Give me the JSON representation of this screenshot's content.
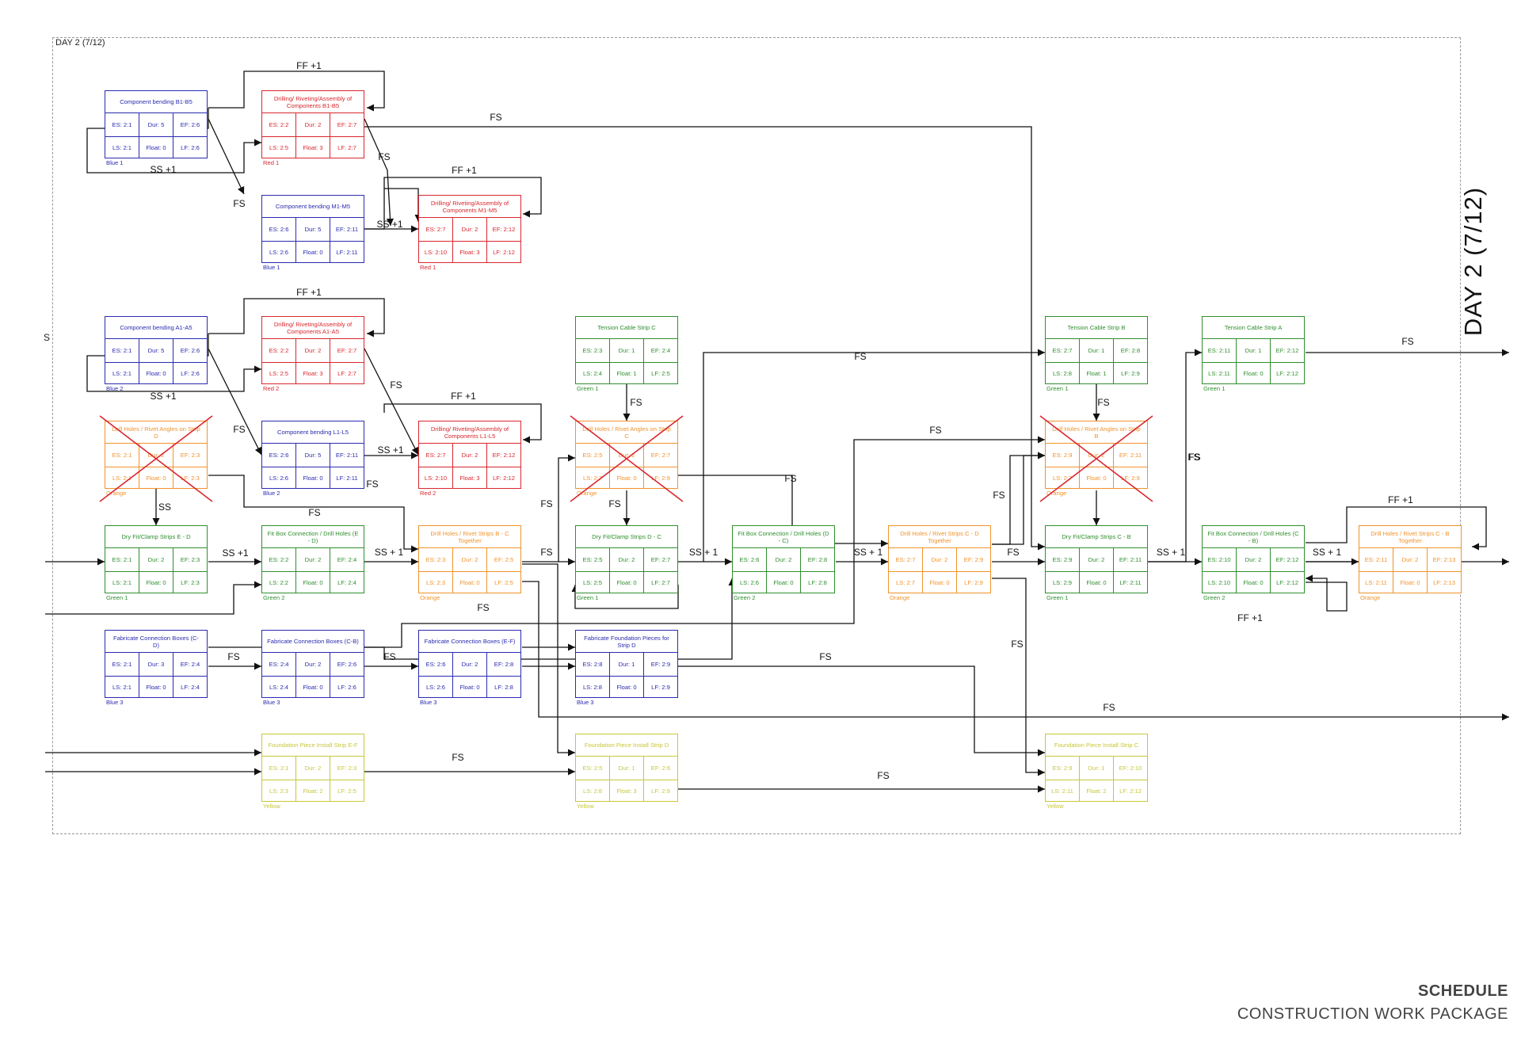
{
  "frame_label": "DAY 2 (7/12)",
  "vertical_title": "DAY 2 (7/12)",
  "edge_letter": "S",
  "brand": {
    "line1": "SCHEDULE",
    "line2": "CONSTRUCTION WORK PACKAGE"
  },
  "colors": {
    "blue": "#2b2bb0",
    "red": "#d9272e",
    "green": "#2f8f2f",
    "orange": "#f2932b",
    "yellow": "#c7c73a",
    "cross": "#d9272e"
  },
  "nodes": [
    {
      "id": "n1",
      "title": "Component bending B1-B5",
      "color": "blue",
      "es": "ES: 2:1",
      "dur": "Dur: 5",
      "ef": "EF: 2:6",
      "ls": "LS: 2:1",
      "float": "Float: 0",
      "lf": "LF: 2:6",
      "tag": "Blue 1"
    },
    {
      "id": "n2",
      "title": "Drilling/ Riveting/Assembly of Components B1-B5",
      "color": "red",
      "es": "ES: 2:2",
      "dur": "Dur: 2",
      "ef": "EF: 2:7",
      "ls": "LS: 2:5",
      "float": "Float: 3",
      "lf": "LF: 2:7",
      "tag": "Red 1"
    },
    {
      "id": "n3",
      "title": "Component bending M1-M5",
      "color": "blue",
      "es": "ES: 2:6",
      "dur": "Dur: 5",
      "ef": "EF: 2:11",
      "ls": "LS: 2:6",
      "float": "Float: 0",
      "lf": "LF: 2:11",
      "tag": "Blue 1"
    },
    {
      "id": "n4",
      "title": "Drilling/ Riveting/Assembly of Components M1-M5",
      "color": "red",
      "es": "ES: 2:7",
      "dur": "Dur: 2",
      "ef": "EF: 2:12",
      "ls": "LS: 2:10",
      "float": "Float: 3",
      "lf": "LF: 2:12",
      "tag": "Red 1"
    },
    {
      "id": "n5",
      "title": "Component bending A1-A5",
      "color": "blue",
      "es": "ES: 2:1",
      "dur": "Dur: 5",
      "ef": "EF: 2:6",
      "ls": "LS: 2:1",
      "float": "Float: 0",
      "lf": "LF: 2:6",
      "tag": "Blue 2"
    },
    {
      "id": "n6",
      "title": "Drilling/ Riveting/Assembly of Components A1-A5",
      "color": "red",
      "es": "ES: 2:2",
      "dur": "Dur: 2",
      "ef": "EF: 2:7",
      "ls": "LS: 2:5",
      "float": "Float: 3",
      "lf": "LF: 2:7",
      "tag": "Red 2"
    },
    {
      "id": "n7",
      "title": "Component bending L1-L5",
      "color": "blue",
      "es": "ES: 2:6",
      "dur": "Dur: 5",
      "ef": "EF: 2:11",
      "ls": "LS: 2:6",
      "float": "Float: 0",
      "lf": "LF: 2:11",
      "tag": "Blue 2"
    },
    {
      "id": "n8",
      "title": "Drilling/ Riveting/Assembly of Components L1-L5",
      "color": "red",
      "es": "ES: 2:7",
      "dur": "Dur: 2",
      "ef": "EF: 2:12",
      "ls": "LS: 2:10",
      "float": "Float: 3",
      "lf": "LF: 2:12",
      "tag": "Red 2"
    },
    {
      "id": "n9",
      "title": "Drill Holes / Rivet Angles on Strip D",
      "color": "orange",
      "es": "ES: 2:1",
      "dur": "Dur: 2",
      "ef": "EF: 2:3",
      "ls": "LS: 2:1",
      "float": "Float: 0",
      "lf": "LF: 2:3",
      "tag": "Orange",
      "crossed": true
    },
    {
      "id": "n10",
      "title": "Tension Cable Strip C",
      "color": "green",
      "es": "ES: 2:3",
      "dur": "Dur: 1",
      "ef": "EF: 2:4",
      "ls": "LS: 2:4",
      "float": "Float: 1",
      "lf": "LF: 2:5",
      "tag": "Green 1"
    },
    {
      "id": "n11",
      "title": "Drill Holes / Rivet Angles on Strip C",
      "color": "orange",
      "es": "ES: 2:5",
      "dur": "Dur: 2",
      "ef": "EF: 2:7",
      "ls": "LS: 2:7",
      "float": "Float: 0",
      "lf": "LF: 2:9",
      "tag": "Orange",
      "crossed": true
    },
    {
      "id": "n12",
      "title": "Tension Cable Strip B",
      "color": "green",
      "es": "ES: 2:7",
      "dur": "Dur: 1",
      "ef": "EF: 2:8",
      "ls": "LS: 2:8",
      "float": "Float: 1",
      "lf": "LF: 2:9",
      "tag": "Green 1"
    },
    {
      "id": "n13",
      "title": "Tension Cable Strip A",
      "color": "green",
      "es": "ES: 2:11",
      "dur": "Dur: 1",
      "ef": "EF: 2:12",
      "ls": "LS: 2:11",
      "float": "Float: 0",
      "lf": "LF: 2:12",
      "tag": "Green 1"
    },
    {
      "id": "n14",
      "title": "Drill Holes / Rivet Angles on Strip B",
      "color": "orange",
      "es": "ES: 2:9",
      "dur": "Dur: 2",
      "ef": "EF: 2:11",
      "ls": "LS: 2:7",
      "float": "Float: 0",
      "lf": "LF: 2:9",
      "tag": "Orange",
      "crossed": true
    },
    {
      "id": "n15",
      "title": "Dry Fit/Clamp Strips E - D",
      "color": "green",
      "es": "ES: 2:1",
      "dur": "Dur: 2",
      "ef": "EF: 2:3",
      "ls": "LS: 2:1",
      "float": "Float: 0",
      "lf": "LF: 2:3",
      "tag": "Green 1"
    },
    {
      "id": "n16",
      "title": "Fit Box Connection / Drill Holes (E - D)",
      "color": "green",
      "es": "ES: 2:2",
      "dur": "Dur: 2",
      "ef": "EF: 2:4",
      "ls": "LS: 2:2",
      "float": "Float: 0",
      "lf": "LF: 2:4",
      "tag": "Green 2"
    },
    {
      "id": "n17",
      "title": "Drill Holes / Rivet Strips B - C Together",
      "color": "orange",
      "es": "ES: 2:3",
      "dur": "Dur: 2",
      "ef": "EF: 2:5",
      "ls": "LS: 2:3",
      "float": "Float: 0",
      "lf": "LF: 2:5",
      "tag": "Orange"
    },
    {
      "id": "n18",
      "title": "Dry Fit/Clamp Strips D - C",
      "color": "green",
      "es": "ES: 2:5",
      "dur": "Dur: 2",
      "ef": "EF: 2:7",
      "ls": "LS: 2:5",
      "float": "Float: 0",
      "lf": "LF: 2:7",
      "tag": "Green 1"
    },
    {
      "id": "n19",
      "title": "Fit Box Connection / Drill Holes (D - C)",
      "color": "green",
      "es": "ES: 2:6",
      "dur": "Dur: 2",
      "ef": "EF: 2:8",
      "ls": "LS: 2:6",
      "float": "Float: 0",
      "lf": "LF: 2:8",
      "tag": "Green 2"
    },
    {
      "id": "n20",
      "title": "Drill Holes / Rivet Strips C - D Together",
      "color": "orange",
      "es": "ES: 2:7",
      "dur": "Dur: 2",
      "ef": "EF: 2:9",
      "ls": "LS: 2:7",
      "float": "Float: 0",
      "lf": "LF: 2:9",
      "tag": "Orange"
    },
    {
      "id": "n21",
      "title": "Dry Fit/Clamp Strips C - B",
      "color": "green",
      "es": "ES: 2:9",
      "dur": "Dur: 2",
      "ef": "EF: 2:11",
      "ls": "LS: 2:9",
      "float": "Float: 0",
      "lf": "LF: 2:11",
      "tag": "Green 1"
    },
    {
      "id": "n22",
      "title": "Fit Box Connection / Drill Holes (C - B)",
      "color": "green",
      "es": "ES: 2:10",
      "dur": "Dur: 2",
      "ef": "EF: 2:12",
      "ls": "LS: 2:10",
      "float": "Float: 0",
      "lf": "LF: 2:12",
      "tag": "Green 2"
    },
    {
      "id": "n23",
      "title": "Drill Holes / Rivet Strips C - B Together",
      "color": "orange",
      "es": "ES: 2:11",
      "dur": "Dur: 2",
      "ef": "EF: 2:13",
      "ls": "LS: 2:11",
      "float": "Float: 0",
      "lf": "LF: 2:13",
      "tag": "Orange"
    },
    {
      "id": "n24",
      "title": "Fabricate Connection Boxes (C-D)",
      "color": "blue",
      "es": "ES: 2:1",
      "dur": "Dur: 3",
      "ef": "EF: 2:4",
      "ls": "LS: 2:1",
      "float": "Float: 0",
      "lf": "LF: 2:4",
      "tag": "Blue 3"
    },
    {
      "id": "n25",
      "title": "Fabricate Connection Boxes (C-B)",
      "color": "blue",
      "es": "ES: 2:4",
      "dur": "Dur: 2",
      "ef": "EF: 2:6",
      "ls": "LS: 2:4",
      "float": "Float: 0",
      "lf": "LF: 2:6",
      "tag": "Blue 3"
    },
    {
      "id": "n26",
      "title": "Fabricate Connection Boxes (E-F)",
      "color": "blue",
      "es": "ES: 2:6",
      "dur": "Dur: 2",
      "ef": "EF: 2:8",
      "ls": "LS: 2:6",
      "float": "Float: 0",
      "lf": "LF: 2:8",
      "tag": "Blue 3"
    },
    {
      "id": "n27",
      "title": "Fabricate Foundation Pieces for Strip D",
      "color": "blue",
      "es": "ES: 2:8",
      "dur": "Dur: 1",
      "ef": "EF: 2:9",
      "ls": "LS: 2:8",
      "float": "Float: 0",
      "lf": "LF: 2:9",
      "tag": "Blue 3"
    },
    {
      "id": "n28",
      "title": "Foundation Piece Install Strip E-F",
      "color": "yellow",
      "es": "ES: 2:1",
      "dur": "Dur: 2",
      "ef": "EF: 2:3",
      "ls": "LS: 2:3",
      "float": "Float: 2",
      "lf": "LF: 2:5",
      "tag": "Yellow"
    },
    {
      "id": "n29",
      "title": "Foundation Piece Install Strip D",
      "color": "yellow",
      "es": "ES: 2:5",
      "dur": "Dur: 1",
      "ef": "EF: 2:6",
      "ls": "LS: 2:8",
      "float": "Float: 3",
      "lf": "LF: 2:9",
      "tag": "Yellow"
    },
    {
      "id": "n30",
      "title": "Foundation Piece Install Strip C",
      "color": "yellow",
      "es": "ES: 2:9",
      "dur": "Dur: 1",
      "ef": "EF: 2:10",
      "ls": "LS: 2:11",
      "float": "Float: 2",
      "lf": "LF: 2:12",
      "tag": "Yellow"
    }
  ],
  "edge_labels": [
    {
      "id": "l1",
      "text": "FF +1"
    },
    {
      "id": "l2",
      "text": "FS"
    },
    {
      "id": "l3",
      "text": "FS"
    },
    {
      "id": "l4",
      "text": "SS +1"
    },
    {
      "id": "l5",
      "text": "FS"
    },
    {
      "id": "l6",
      "text": "FF +1"
    },
    {
      "id": "l7",
      "text": "SS +1"
    },
    {
      "id": "l8",
      "text": "FF +1"
    },
    {
      "id": "l9",
      "text": "FS"
    },
    {
      "id": "l10",
      "text": "SS +1"
    },
    {
      "id": "l11",
      "text": "FS"
    },
    {
      "id": "l12",
      "text": "FF +1"
    },
    {
      "id": "l13",
      "text": "SS +1"
    },
    {
      "id": "l14",
      "text": "FS"
    },
    {
      "id": "l15",
      "text": "FS"
    },
    {
      "id": "l16",
      "text": "FS"
    },
    {
      "id": "l17",
      "text": "FS"
    },
    {
      "id": "l18",
      "text": "FS"
    },
    {
      "id": "l19",
      "text": "FS"
    },
    {
      "id": "l20",
      "text": "FS"
    },
    {
      "id": "l21",
      "text": "FS"
    },
    {
      "id": "l22",
      "text": "SS"
    },
    {
      "id": "l23",
      "text": "FS"
    },
    {
      "id": "l24",
      "text": "FS"
    },
    {
      "id": "l25",
      "text": "FS"
    },
    {
      "id": "l26",
      "text": "SS +1"
    },
    {
      "id": "l27",
      "text": "SS + 1"
    },
    {
      "id": "l28",
      "text": "FS"
    },
    {
      "id": "l29",
      "text": "SS + 1"
    },
    {
      "id": "l30",
      "text": "SS + 1"
    },
    {
      "id": "l31",
      "text": "FS"
    },
    {
      "id": "l32",
      "text": "SS + 1"
    },
    {
      "id": "l33",
      "text": "SS + 1"
    },
    {
      "id": "l34",
      "text": "FF +1"
    },
    {
      "id": "l35",
      "text": "FF +1"
    },
    {
      "id": "l36",
      "text": "FS"
    },
    {
      "id": "l37",
      "text": "FS"
    },
    {
      "id": "l38",
      "text": "FS"
    },
    {
      "id": "l39",
      "text": "FS"
    },
    {
      "id": "l40",
      "text": "FS"
    },
    {
      "id": "l41",
      "text": "FS"
    },
    {
      "id": "l42",
      "text": "FS"
    },
    {
      "id": "l43",
      "text": "FS"
    },
    {
      "id": "l44",
      "text": "FS"
    },
    {
      "id": "l45",
      "text": "FS"
    }
  ]
}
